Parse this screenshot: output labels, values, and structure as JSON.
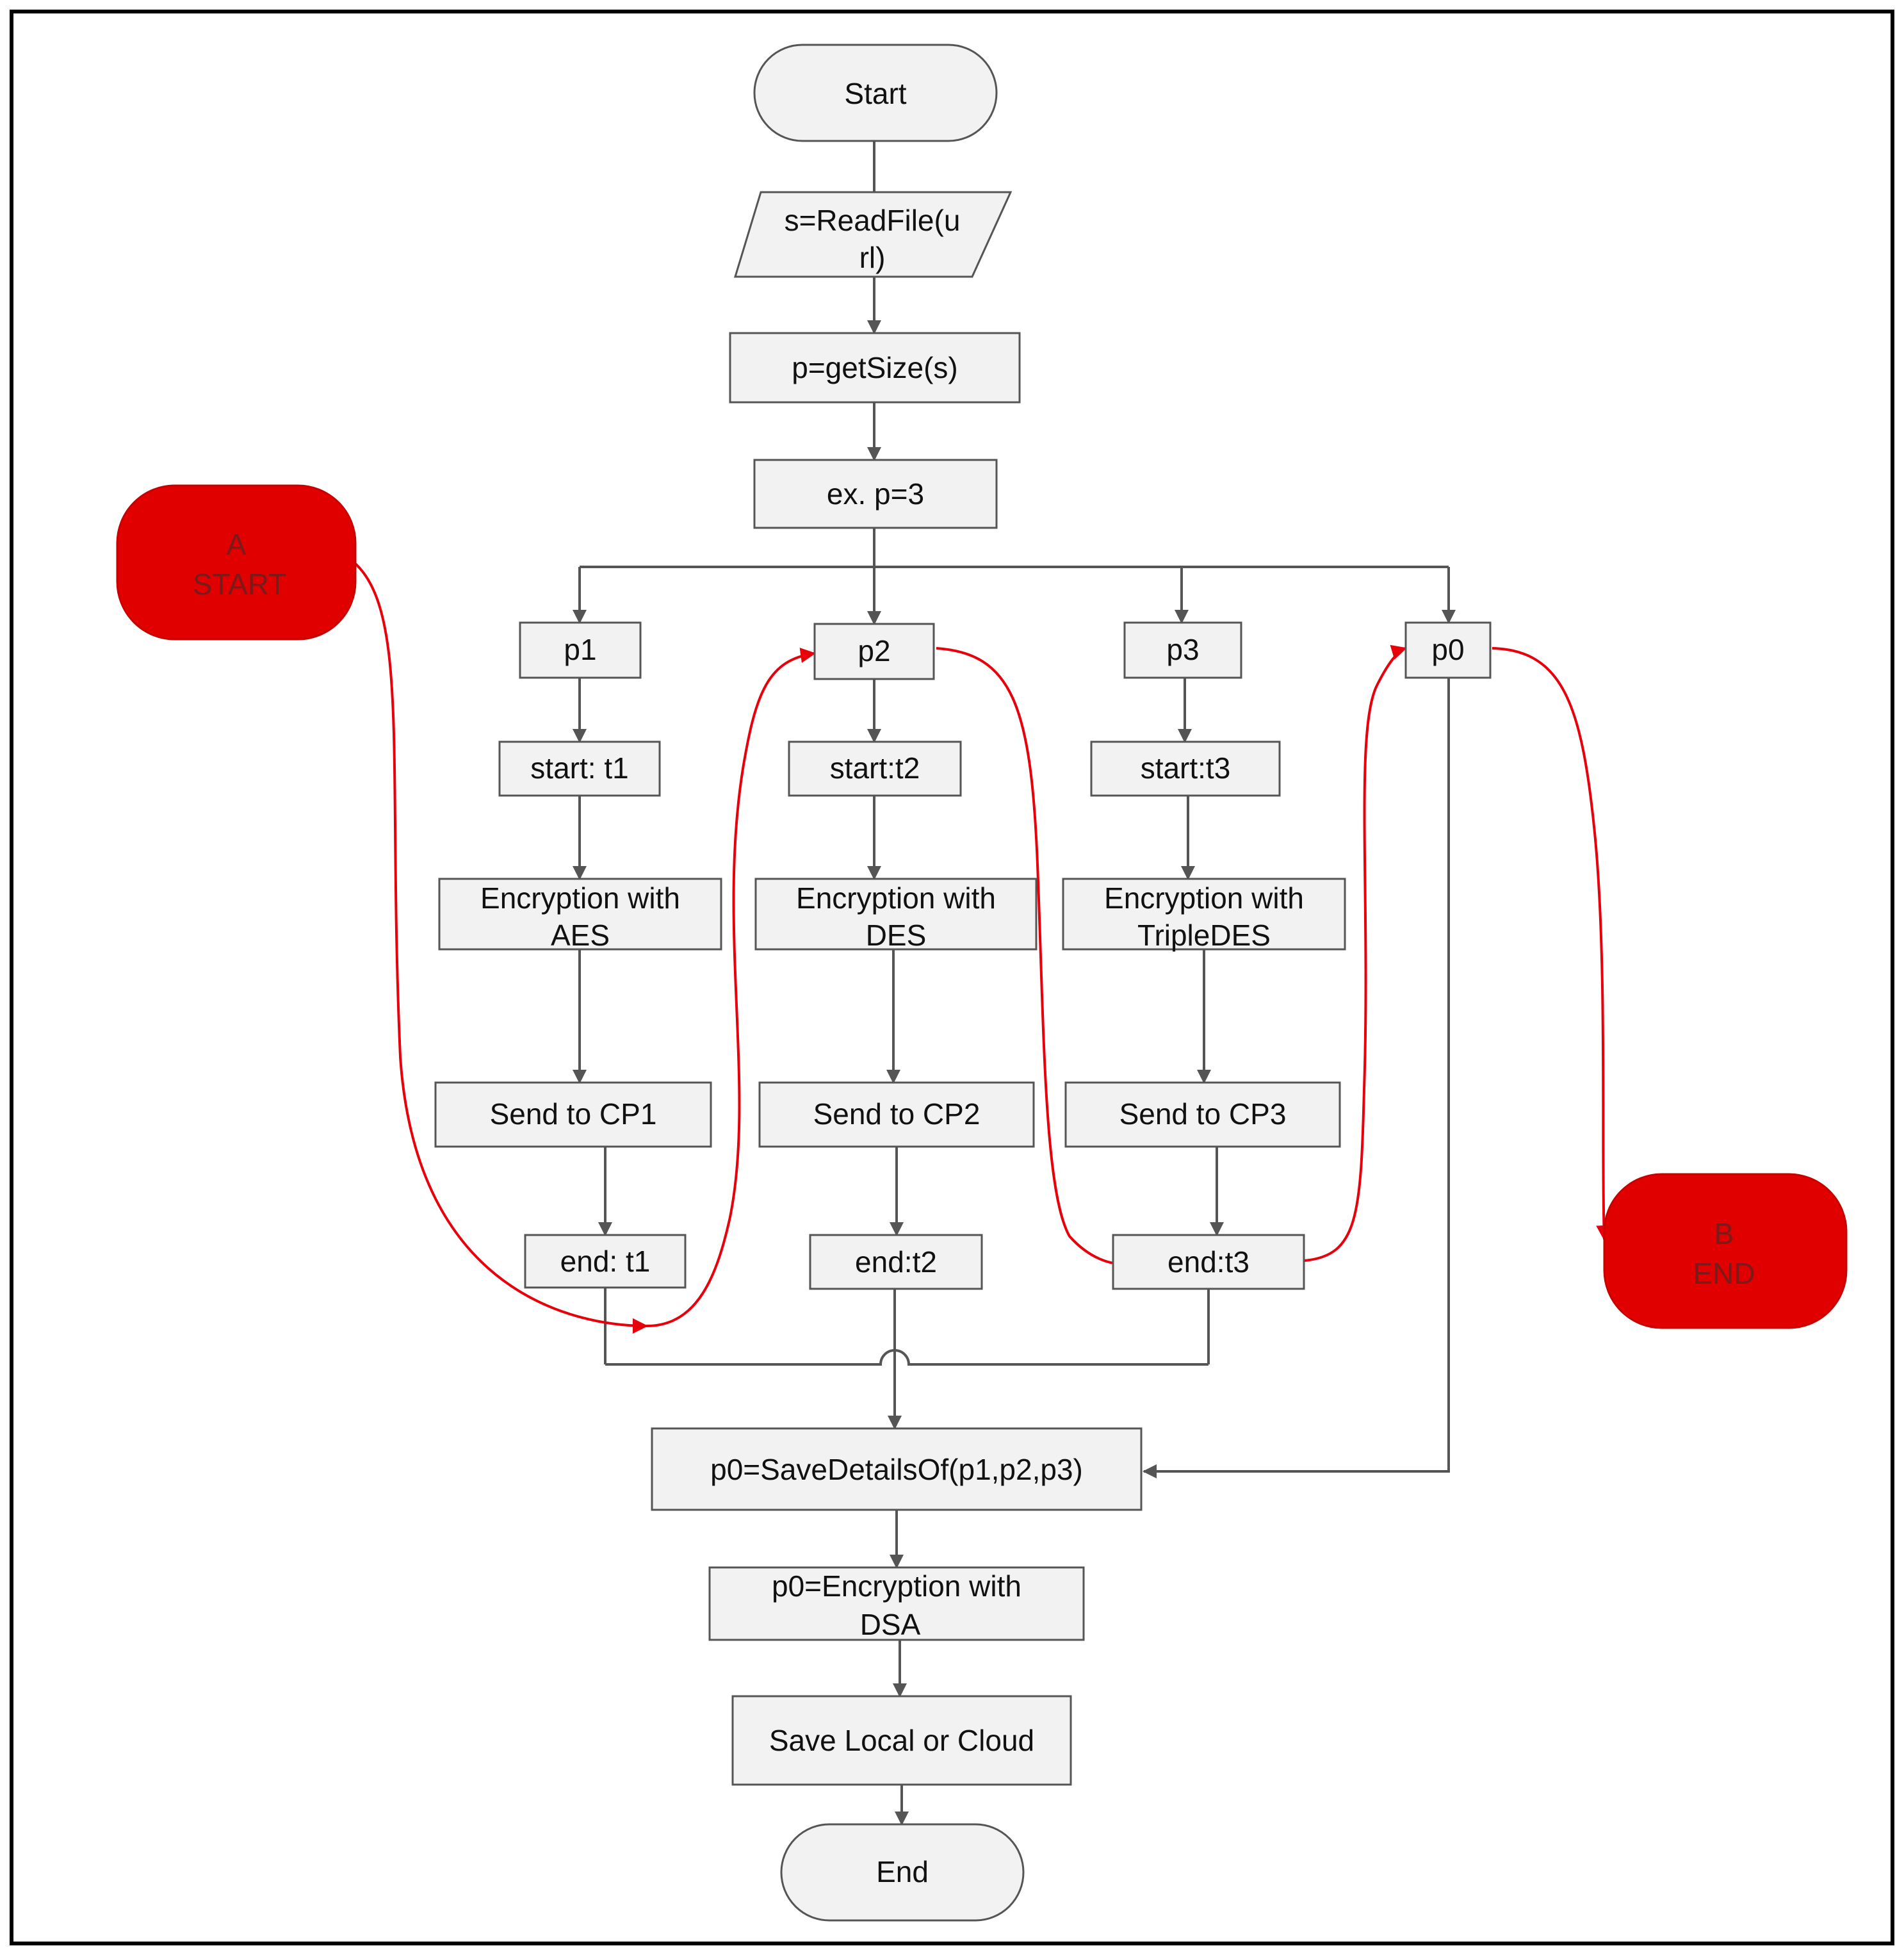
{
  "flowchart": {
    "start": "Start",
    "read_file": [
      "s=ReadFile(u",
      "rl)"
    ],
    "get_size": "p=getSize(s)",
    "example": "ex. p=3",
    "branches": {
      "p1": {
        "label": "p1",
        "start": "start: t1",
        "encrypt": [
          "Encryption with",
          "AES"
        ],
        "send": "Send to CP1",
        "end": "end: t1"
      },
      "p2": {
        "label": "p2",
        "start": "start:t2",
        "encrypt": [
          "Encryption with",
          "DES"
        ],
        "send": "Send to CP2",
        "end": "end:t2"
      },
      "p3": {
        "label": "p3",
        "start": "start:t3",
        "encrypt": [
          "Encryption with",
          "TripleDES"
        ],
        "send": "Send to CP3",
        "end": "end:t3"
      },
      "p0": {
        "label": "p0"
      }
    },
    "save_details": "p0=SaveDetailsOf(p1,p2,p3)",
    "encrypt_dsa": [
      "p0=Encryption with",
      "DSA"
    ],
    "save_location": "Save Local or Cloud",
    "end": "End",
    "marker_a": [
      "A",
      "START"
    ],
    "marker_b": [
      "B",
      "END"
    ]
  },
  "colors": {
    "box_fill": "#f2f2f2",
    "box_stroke": "#555555",
    "connector": "#555555",
    "red_path": "#e8000b",
    "marker_fill": "#e00000"
  }
}
